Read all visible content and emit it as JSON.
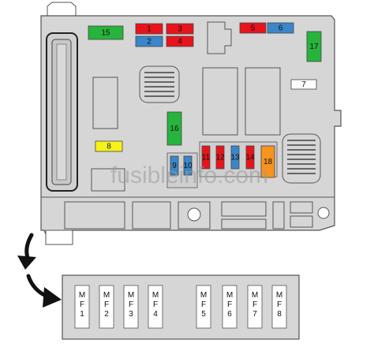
{
  "watermark": "fusibleinfo.com",
  "colors": {
    "red": "#e8141c",
    "blue": "#3a86c8",
    "green": "#26b43c",
    "yellow": "#f7f21a",
    "orange": "#f7941d",
    "white": "#ffffff",
    "box_fill": "#d6d6d6",
    "outline": "#555555",
    "arrow": "#111111"
  },
  "fuses": [
    {
      "label": "1",
      "color": "red"
    },
    {
      "label": "2",
      "color": "blue"
    },
    {
      "label": "3",
      "color": "red"
    },
    {
      "label": "4",
      "color": "red"
    },
    {
      "label": "5",
      "color": "red"
    },
    {
      "label": "6",
      "color": "blue"
    },
    {
      "label": "7",
      "color": "white"
    },
    {
      "label": "8",
      "color": "yellow"
    },
    {
      "label": "9",
      "color": "blue"
    },
    {
      "label": "10",
      "color": "blue"
    },
    {
      "label": "11",
      "color": "red"
    },
    {
      "label": "12",
      "color": "red"
    },
    {
      "label": "13",
      "color": "blue"
    },
    {
      "label": "14",
      "color": "red"
    },
    {
      "label": "15",
      "color": "green"
    },
    {
      "label": "16",
      "color": "green"
    },
    {
      "label": "17",
      "color": "green"
    },
    {
      "label": "18",
      "color": "orange"
    }
  ],
  "maxi_fuses": [
    {
      "top": "M",
      "mid": "F",
      "num": "1"
    },
    {
      "top": "M",
      "mid": "F",
      "num": "2"
    },
    {
      "top": "M",
      "mid": "F",
      "num": "3"
    },
    {
      "top": "M",
      "mid": "F",
      "num": "4"
    },
    {
      "top": "M",
      "mid": "F",
      "num": "5"
    },
    {
      "top": "M",
      "mid": "F",
      "num": "6"
    },
    {
      "top": "M",
      "mid": "F",
      "num": "7"
    },
    {
      "top": "M",
      "mid": "F",
      "num": "8"
    }
  ]
}
